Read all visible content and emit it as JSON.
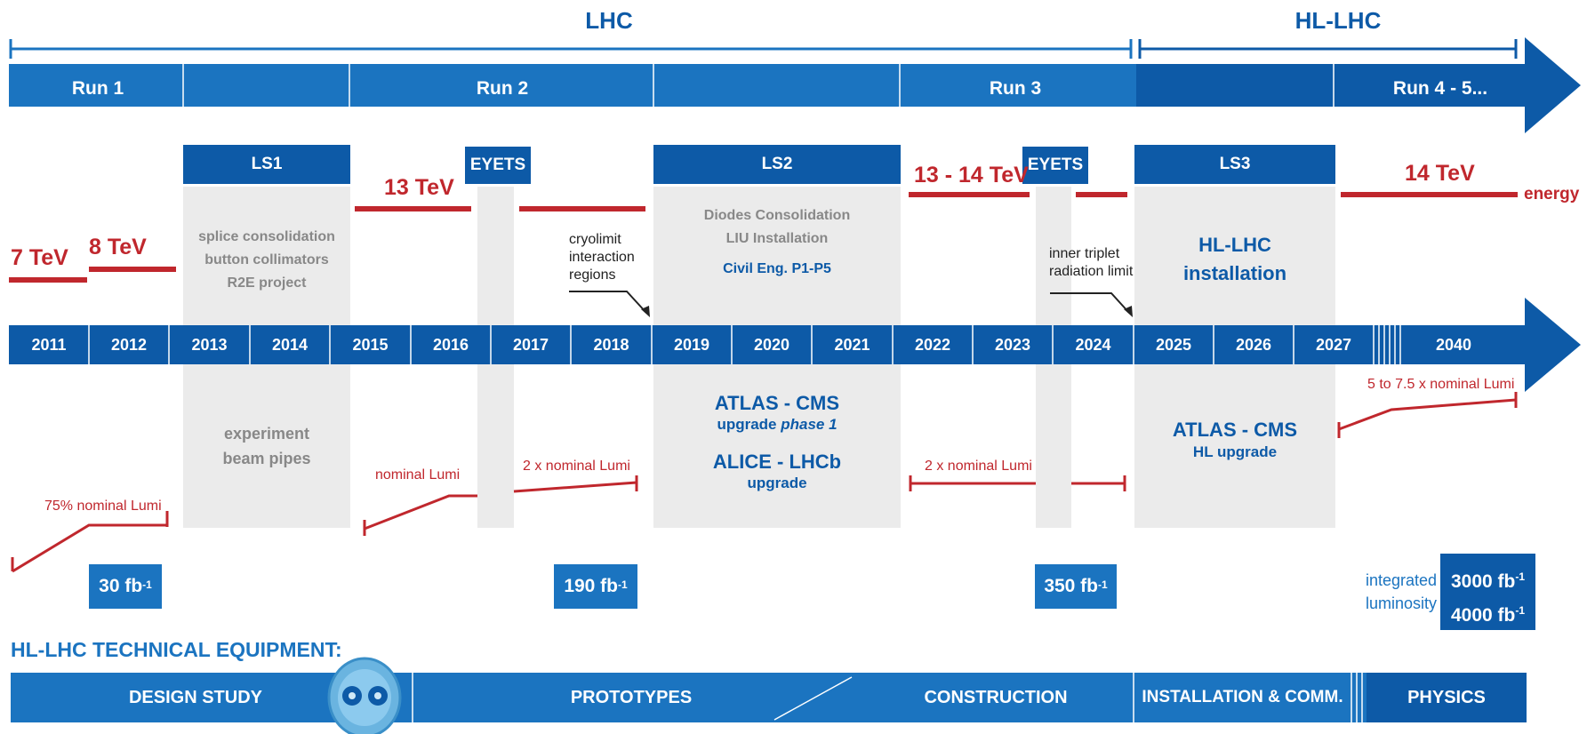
{
  "phases": {
    "lhc": "LHC",
    "hl_lhc": "HL-LHC"
  },
  "runs": [
    "Run 1",
    "Run 2",
    "Run 3",
    "Run 4 - 5..."
  ],
  "shutdowns": {
    "ls1": "LS1",
    "ls2": "LS2",
    "ls3": "LS3",
    "eyets1": "EYETS",
    "eyets2": "EYETS"
  },
  "energies": {
    "e7": "7 TeV",
    "e8": "8 TeV",
    "e13": "13 TeV",
    "e13_14": "13 - 14 TeV",
    "e14": "14 TeV",
    "energy_label": "energy"
  },
  "years": [
    "2011",
    "2012",
    "2013",
    "2014",
    "2015",
    "2016",
    "2017",
    "2018",
    "2019",
    "2020",
    "2021",
    "2022",
    "2023",
    "2024",
    "2025",
    "2026",
    "2027",
    "2040"
  ],
  "ls1_work": {
    "line1": "splice consolidation",
    "line2": "button collimators",
    "line3": "R2E project"
  },
  "ls1_exp": {
    "line1": "experiment",
    "line2": "beam pipes"
  },
  "ls2_work": {
    "line1": "Diodes Consolidation",
    "line2": "LIU Installation",
    "line3": "Civil Eng. P1-P5"
  },
  "ls2_exp": {
    "atlas": "ATLAS - CMS",
    "atlas_sub_a": "upgrade ",
    "atlas_sub_b": "phase 1",
    "alice": "ALICE - LHCb",
    "alice_sub": "upgrade"
  },
  "ls3_work": {
    "line1": "HL-LHC",
    "line2": "installation"
  },
  "ls3_exp": {
    "line1": "ATLAS - CMS",
    "line2": "HL upgrade"
  },
  "notes": {
    "cryo": [
      "cryolimit",
      "interaction",
      "regions"
    ],
    "triplet": [
      "inner triplet",
      "radiation limit"
    ]
  },
  "lumi_labels": {
    "l75": "75% nominal Lumi",
    "nominal": "nominal Lumi",
    "x2a": "2 x nominal Lumi",
    "x2b": "2 x nominal Lumi",
    "x5": "5 to 7.5 x nominal Lumi"
  },
  "integrated": {
    "v30": "30 fb",
    "v190": "190 fb",
    "v350": "350 fb",
    "v3000": "3000 fb",
    "v4000": "4000 fb",
    "exp": "-1",
    "label1": "integrated",
    "label2": "luminosity"
  },
  "equipment": {
    "title": "HL-LHC TECHNICAL EQUIPMENT:",
    "stages": [
      "DESIGN STUDY",
      "PROTOTYPES",
      "CONSTRUCTION",
      "INSTALLATION & COMM.",
      "PHYSICS"
    ]
  },
  "colors": {
    "dark_blue": "#0d5aa7",
    "light_blue": "#1b74c0",
    "red": "#c0272d",
    "gray_block": "#ebebeb"
  }
}
